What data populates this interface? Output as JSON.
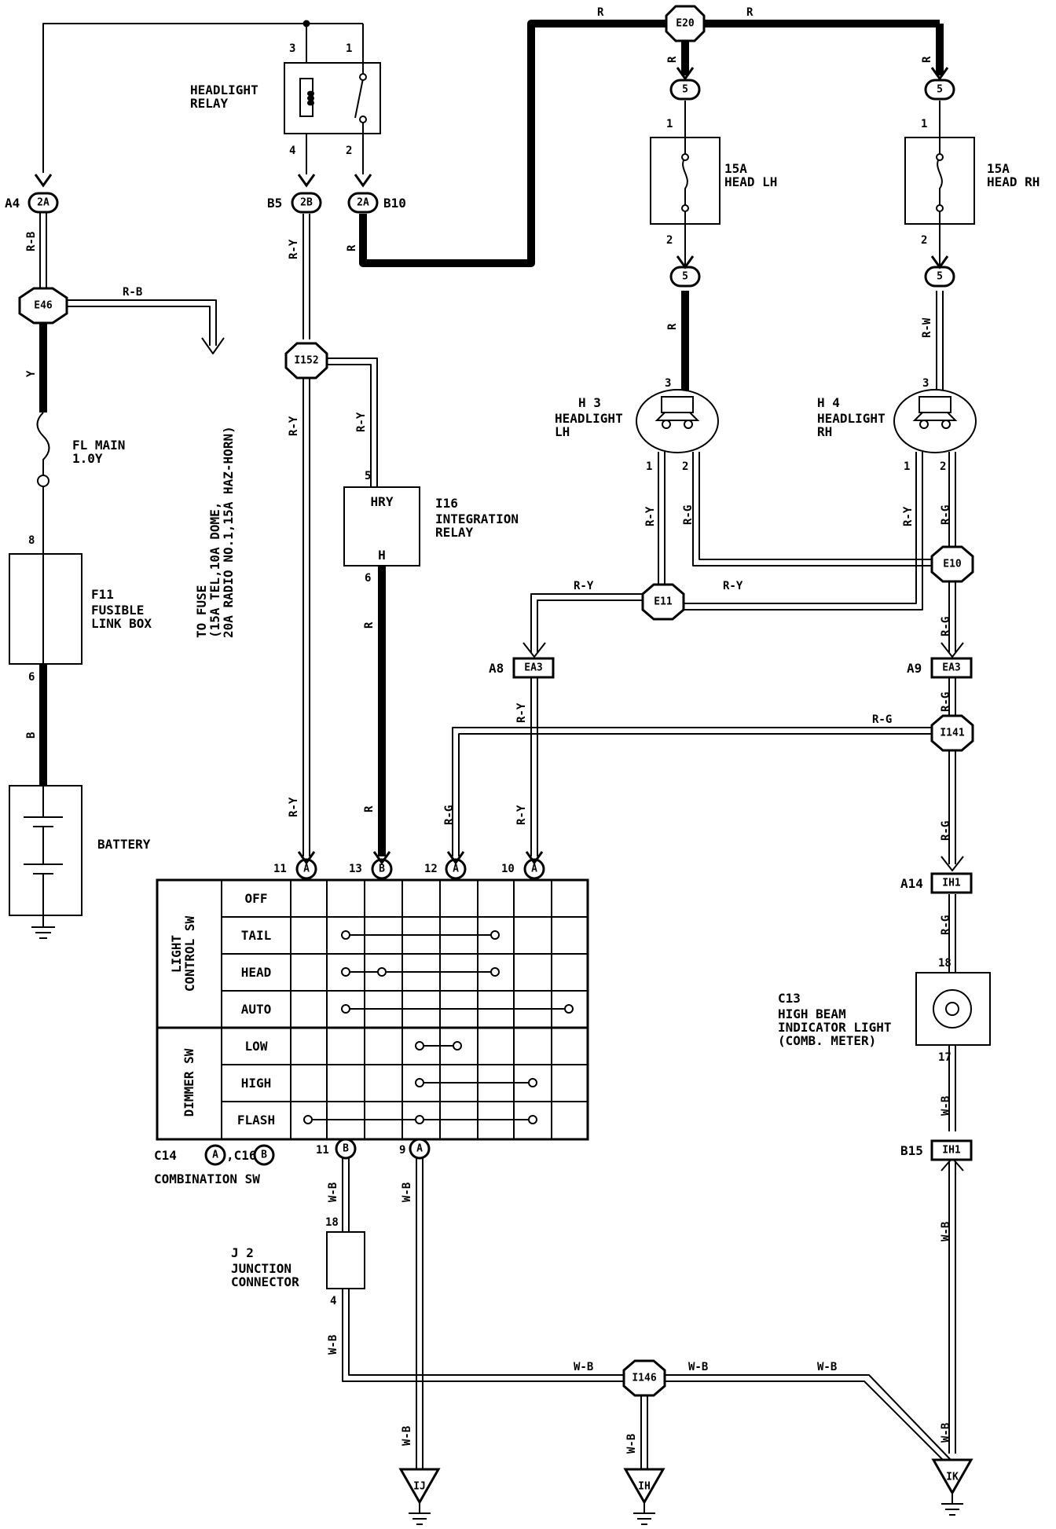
{
  "components": {
    "headlight_relay": "HEADLIGHT\nRELAY",
    "fl_main": "FL MAIN\n1.0Y",
    "fusible_link": {
      "ref": "F11",
      "name": "FUSIBLE\nLINK BOX"
    },
    "battery": "BATTERY",
    "to_fuse": "TO FUSE\n(15A TEL,10A DOME,\n20A RADIO NO.1,15A HAZ-HORN)",
    "integration_relay": {
      "ref": "I16",
      "name": "INTEGRATION\nRELAY",
      "top": "HRY",
      "bottom": "H"
    },
    "fuse_lh": "15A\nHEAD LH",
    "fuse_rh": "15A\nHEAD RH",
    "headlight_lh": {
      "ref": "H 3",
      "name": "HEADLIGHT\nLH"
    },
    "headlight_rh": {
      "ref": "H 4",
      "name": "HEADLIGHT\nRH"
    },
    "indicator": {
      "ref": "C13",
      "name": "HIGH BEAM\nINDICATOR LIGHT\n(COMB. METER)"
    },
    "junction": {
      "ref": "J 2",
      "name": "JUNCTION\nCONNECTOR"
    },
    "combination_sw": "COMBINATION SW",
    "combo_ref_left": "C14",
    "combo_ref_mid": ",C16",
    "combo_a": "A",
    "combo_b": "B"
  },
  "switch_table": {
    "light_group": "LIGHT\nCONTROL SW",
    "dimmer_group": "DIMMER SW",
    "rows": [
      "OFF",
      "TAIL",
      "HEAD",
      "AUTO",
      "LOW",
      "HIGH",
      "FLASH"
    ]
  },
  "connectors": {
    "e20": "E20",
    "e46": "E46",
    "i152": "I152",
    "e10": "E10",
    "e11": "E11",
    "i141": "I141",
    "i146": "I146",
    "c2a_a4": "2A",
    "c2b": "2B",
    "c2a_b10": "2A",
    "ea3_a8": "EA3",
    "ea3_a9": "EA3",
    "ih1_a14": "IH1",
    "ih1_b15": "IH1",
    "c5_1": "5",
    "c5_2": "5",
    "c5_3": "5",
    "c5_4": "5",
    "c11a": "A",
    "c13b": "B",
    "c12a": "A",
    "c10a": "A",
    "c11b": "B",
    "c9a": "A"
  },
  "grounds": [
    "IJ",
    "IH",
    "IK"
  ],
  "pins": {
    "a4": "A4",
    "b5": "B5",
    "b10": "B10",
    "a8": "A8",
    "a9": "A9",
    "a14": "A14",
    "b15": "B15",
    "relay_3": "3",
    "relay_1": "1",
    "relay_4": "4",
    "relay_2": "2",
    "fuse_lh_1": "1",
    "fuse_lh_2": "2",
    "fuse_rh_1": "1",
    "fuse_rh_2": "2",
    "hl_lh_3": "3",
    "hl_lh_1": "1",
    "hl_lh_2": "2",
    "hl_rh_3": "3",
    "hl_rh_1": "1",
    "hl_rh_2": "2",
    "f11_8": "8",
    "f11_6": "6",
    "i16_5": "5",
    "i16_6": "6",
    "sw_11": "11",
    "sw_13": "13",
    "sw_12": "12",
    "sw_10": "10",
    "sw_11b": "11",
    "sw_9": "9",
    "c13_18": "18",
    "c13_17": "17",
    "j2_18": "18",
    "j2_4": "4"
  },
  "wires": {
    "r_top_l": "R",
    "r_top_r": "R",
    "r_e20_down": "R",
    "r_rh_down": "R",
    "r_b10": "R",
    "r_fuse_lh_out": "R",
    "rw_fuse_rh_out": "R-W",
    "rb_a4": "R-B",
    "rb_e46": "R-B",
    "y_main": "Y",
    "b_batt": "B",
    "ry_b5": "R-Y",
    "ry_b5_low": "R-Y",
    "ry_i152": "R-Y",
    "r_i16": "R",
    "r_i16_low": "R",
    "ry_lh1": "R-Y",
    "rg_lh2": "R-G",
    "ry_rh1": "R-Y",
    "rg_rh2": "R-G",
    "ry_e11_l": "R-Y",
    "ry_e11_r": "R-Y",
    "rg_e10": "R-G",
    "ry_ea3": "R-Y",
    "rg_a9": "R-G",
    "rg_i141": "R-G",
    "rg_i141_down": "R-G",
    "rg_ih1": "R-G",
    "rg_12": "R-G",
    "ry_10": "R-Y",
    "wb_11b": "W-B",
    "wb_9": "W-B",
    "wb_j2": "W-B",
    "wb_17": "W-B",
    "wb_b15": "W-B",
    "wb_l": "W-B",
    "wb_m": "W-B",
    "wb_r": "W-B",
    "wb_ij": "W-B",
    "wb_ih": "W-B",
    "wb_ik": "W-B"
  }
}
